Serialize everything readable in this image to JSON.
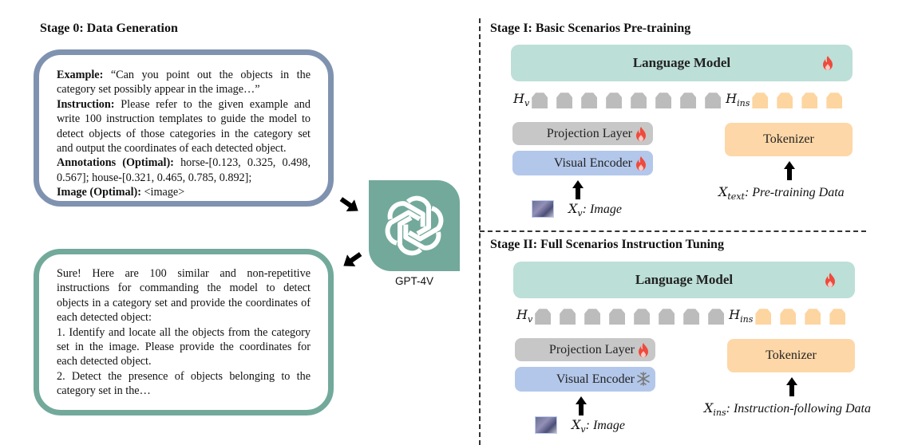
{
  "stage0": {
    "title": "Stage 0: Data Generation",
    "prompt": {
      "example_label": "Example:",
      "example_text": " “Can you point out the objects in the category set possibly appear in the image…”",
      "instruction_label": "Instruction:",
      "instruction_text": " Please refer to the given example and write 100 instruction templates to guide the model to detect objects of those categories in the category set and output the coordinates of each detected object.",
      "annotations_label": "Annotations (Optimal):",
      "annotations_text": " horse-[0.123, 0.325, 0.498, 0.567]; house-[0.321, 0.465, 0.785, 0.892];",
      "image_label": "Image (Optimal):",
      "image_text": " <image>"
    },
    "response": {
      "intro": "Sure! Here are 100 similar and non-repetitive instructions for commanding the model to detect objects in a category set and provide the coordinates of each detected object:",
      "item1": "1. Identify and locate all the objects from the category set in the image. Please provide the coordinates for each detected object.",
      "item2": "2. Detect the presence of objects belonging to the category set in the…"
    },
    "model_label": "GPT-4V",
    "colors": {
      "prompt_border": "#7f92b0",
      "response_border": "#72a99b",
      "gpt": "#72a99b"
    }
  },
  "stage1": {
    "title": "Stage I: Basic Scenarios Pre-training",
    "language_model": "Language Model",
    "h_v": "H",
    "h_v_sub": "v",
    "h_ins": "H",
    "h_ins_sub": "ins",
    "visual_token_count": 8,
    "text_token_count": 4,
    "projection_layer": "Projection Layer",
    "projection_state": "trainable",
    "visual_encoder": "Visual Encoder",
    "visual_encoder_state": "trainable",
    "language_model_state": "trainable",
    "tokenizer": "Tokenizer",
    "xv_sym": "X",
    "xv_sub": "v",
    "xv_text": ": Image",
    "xtext_sym": "X",
    "xtext_sub": "text",
    "xtext_text": ": Pre-training Data"
  },
  "stage2": {
    "title": "Stage II: Full Scenarios Instruction Tuning",
    "language_model": "Language Model",
    "h_v": "H",
    "h_v_sub": "v",
    "h_ins": "H",
    "h_ins_sub": "ins",
    "visual_token_count": 8,
    "text_token_count": 4,
    "projection_layer": "Projection Layer",
    "projection_state": "trainable",
    "visual_encoder": "Visual Encoder",
    "visual_encoder_state": "frozen",
    "language_model_state": "trainable",
    "tokenizer": "Tokenizer",
    "xv_sym": "X",
    "xv_sub": "v",
    "xv_text": ": Image",
    "xins_sym": "X",
    "xins_sub": "ins",
    "xins_text": ": Instruction-following Data"
  },
  "icons": {
    "trainable": "flame-icon",
    "frozen": "snowflake-icon",
    "model": "openai-logo-icon"
  }
}
